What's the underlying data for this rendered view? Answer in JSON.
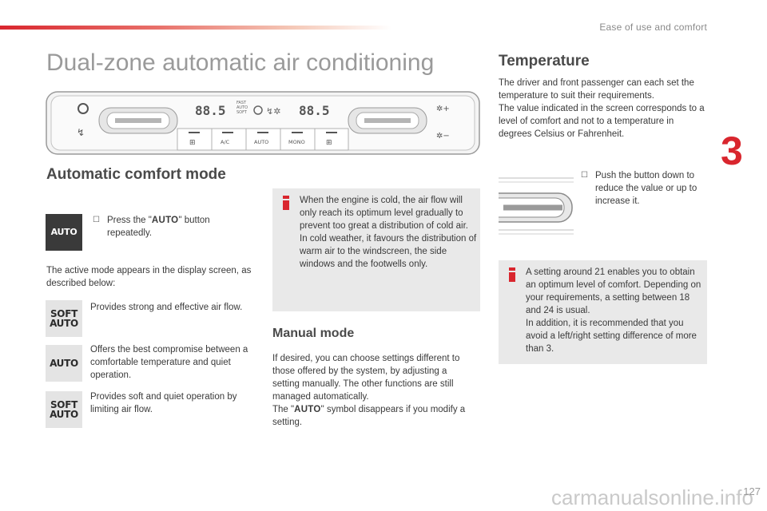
{
  "header": {
    "section": "Ease of use and comfort",
    "chapter": "3"
  },
  "title": "Dual-zone automatic air conditioning",
  "panel": {
    "left_temp": "88.5",
    "right_temp": "88.5",
    "center_labels": [
      "FAST",
      "AUTO",
      "SOFT"
    ],
    "buttons": [
      "A/C",
      "AUTO",
      "MONO"
    ]
  },
  "auto_mode": {
    "heading": "Automatic comfort mode",
    "icon_label": "AUTO",
    "press_pre": "Press the \"",
    "press_key": "AUTO",
    "press_post": "\" button repeatedly.",
    "active_text": "The active mode appears in the display screen, as described below:",
    "modes": [
      {
        "icon_line1": "SOFT",
        "icon_line2": "AUTO",
        "desc": "Provides strong and effective air flow."
      },
      {
        "icon_line1": "AUTO",
        "icon_line2": "",
        "desc": "Offers the best compromise between a comfortable temperature and quiet operation."
      },
      {
        "icon_line1": "SOFT",
        "icon_line2": "AUTO",
        "desc": "Provides soft and quiet operation by limiting air flow."
      }
    ]
  },
  "info_cold": "When the engine is cold, the air flow will only reach its optimum level gradually to prevent too great a distribution of cold air.\nIn cold weather, it favours the distribution of warm air to the windscreen, the side windows and the footwells only.",
  "manual": {
    "heading": "Manual mode",
    "text1": "If desired, you can choose settings different to those offered by the system, by adjusting a setting manually. The other functions are still managed automatically.",
    "text2_pre": "The \"",
    "text2_key": "AUTO",
    "text2_post": "\" symbol disappears if you modify a setting."
  },
  "temperature": {
    "heading": "Temperature",
    "text": "The driver and front passenger can each set the temperature to suit their requirements.\nThe value indicated in the screen corresponds to a level of comfort and not to a temperature in degrees Celsius or Fahrenheit.",
    "push": "Push the button down to reduce the value or up to increase it.",
    "info": "A setting around 21 enables you to obtain an optimum level of comfort. Depending on your requirements, a setting between 18 and 24 is usual.\nIn addition, it is recommended that you avoid a left/right setting difference of more than 3."
  },
  "footer": {
    "watermark": "carmanualsonline.info",
    "page": "127"
  },
  "colors": {
    "accent": "#d9262e",
    "infobox": "#e9e9e9",
    "title": "#9a9a9a"
  }
}
